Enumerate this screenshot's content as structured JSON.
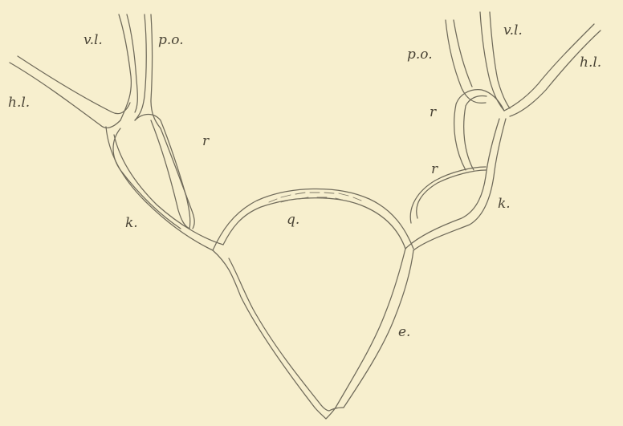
{
  "figure": {
    "background": "#f7efce",
    "ink": "#6f6a5a",
    "labels": {
      "left_vl": "v.l.",
      "left_po": "p.o.",
      "left_hl": "h.l.",
      "left_r": "r",
      "left_k": "k.",
      "center_q": "q.",
      "right_po": "p.o.",
      "right_vl": "v.l.",
      "right_hl": "h.l.",
      "right_r_upper": "r",
      "right_r_lower": "r",
      "right_k": "k.",
      "right_e": "e."
    }
  }
}
